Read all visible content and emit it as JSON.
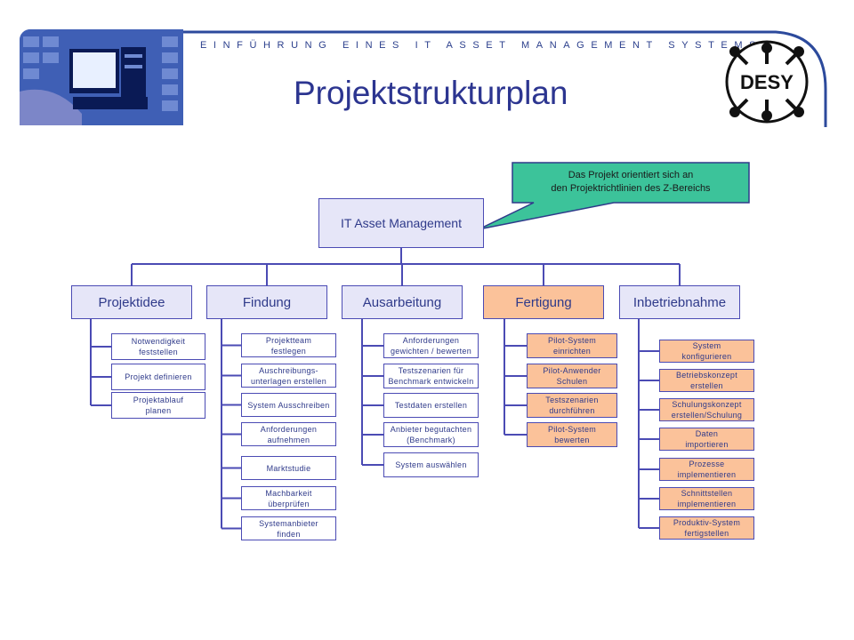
{
  "header": {
    "subtitle": "EINFÜHRUNG EINES IT ASSET MANAGEMENT SYSTEMS",
    "title": "Projektstrukturplan",
    "logo_text": "DESY"
  },
  "callout": {
    "text": "Das Projekt orientiert sich an\nden Projektrichtlinien des Z-Bereichs"
  },
  "colors": {
    "accent": "#2c3590",
    "box_blue": "#e6e6f8",
    "box_orange": "#fbc29a",
    "callout_green": "#3cc39a"
  },
  "diagram": {
    "root": "IT Asset Management",
    "phases": [
      {
        "label": "Projektidee",
        "tasks": [
          "Notwendigkeit\nfeststellen",
          "Projekt definieren",
          "Projektablauf\nplanen"
        ]
      },
      {
        "label": "Findung",
        "tasks": [
          "Projektteam\nfestlegen",
          "Auschreibungs-\nunterlagen erstellen",
          "System Ausschreiben",
          "Anforderungen\naufnehmen",
          "Marktstudie",
          "Machbarkeit\nüberprüfen",
          "Systemanbieter\nfinden"
        ]
      },
      {
        "label": "Ausarbeitung",
        "tasks": [
          "Anforderungen\ngewichten / bewerten",
          "Testszenarien für\nBenchmark entwickeln",
          "Testdaten erstellen",
          "Anbieter begutachten\n(Benchmark)",
          "System auswählen"
        ]
      },
      {
        "label": "Fertigung",
        "tasks": [
          "Pilot-System\neinrichten",
          "Pilot-Anwender\nSchulen",
          "Testszenarien\ndurchführen",
          "Pilot-System\nbewerten"
        ]
      },
      {
        "label": "Inbetriebnahme",
        "tasks": [
          "System\nkonfigurieren",
          "Betriebskonzept\nerstellen",
          "Schulungskonzept\nerstellen/Schulung",
          "Daten\nimportieren",
          "Prozesse\nimplementieren",
          "Schnittstellen\nimplementieren",
          "Produktiv-System\nfertigstellen"
        ]
      }
    ]
  }
}
